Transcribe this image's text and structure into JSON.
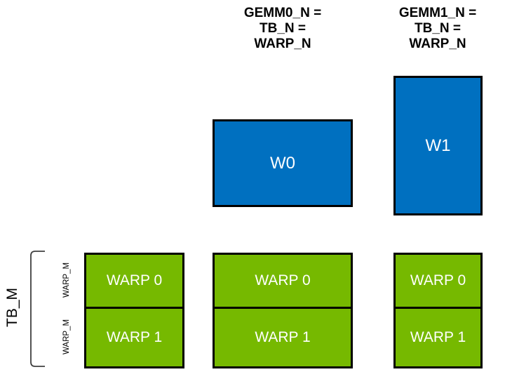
{
  "headers": [
    {
      "lines": [
        "GEMM0_N =",
        "TB_N =",
        "WARP_N"
      ]
    },
    {
      "lines": [
        "GEMM1_N =",
        "TB_N =",
        "WARP_N"
      ]
    }
  ],
  "blue_tiles": [
    {
      "label": "W0"
    },
    {
      "label": "W1"
    }
  ],
  "green_columns": [
    {
      "cells": [
        "WARP 0",
        "WARP 1"
      ]
    },
    {
      "cells": [
        "WARP 0",
        "WARP 1"
      ]
    },
    {
      "cells": [
        "WARP 0",
        "WARP 1"
      ]
    }
  ],
  "left_axis": {
    "tb_label": "TB_M",
    "warp_labels": [
      "WARP_M",
      "WARP_M"
    ]
  },
  "colors": {
    "blue": "#0070C0",
    "green": "#76B900",
    "border": "#000000",
    "textDark": "#000000",
    "textLight": "#FFFFFF",
    "bracket": "#404040"
  }
}
